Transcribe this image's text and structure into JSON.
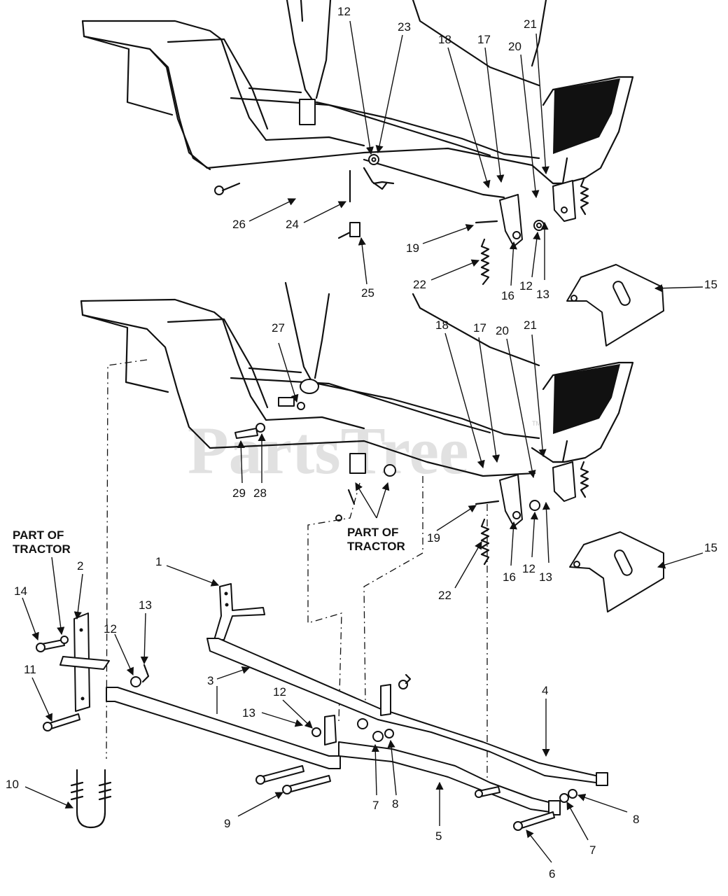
{
  "diagram": {
    "watermark": "PartsTree",
    "watermark_tm": "TM",
    "notes": [
      {
        "id": "note-tractor-left",
        "lines": [
          "PART OF",
          "TRACTOR"
        ]
      },
      {
        "id": "note-tractor-right",
        "lines": [
          "PART OF",
          "TRACTOR"
        ]
      }
    ],
    "callouts": [
      "12",
      "23",
      "18",
      "17",
      "20",
      "21",
      "26",
      "24",
      "25",
      "19",
      "22",
      "16",
      "12",
      "13",
      "15",
      "27",
      "18",
      "17",
      "20",
      "21",
      "29",
      "28",
      "19",
      "16",
      "12",
      "13",
      "15",
      "22",
      "1",
      "2",
      "14",
      "13",
      "12",
      "11",
      "3",
      "12",
      "13",
      "7",
      "8",
      "9",
      "10",
      "4",
      "8",
      "7",
      "5",
      "6"
    ]
  }
}
